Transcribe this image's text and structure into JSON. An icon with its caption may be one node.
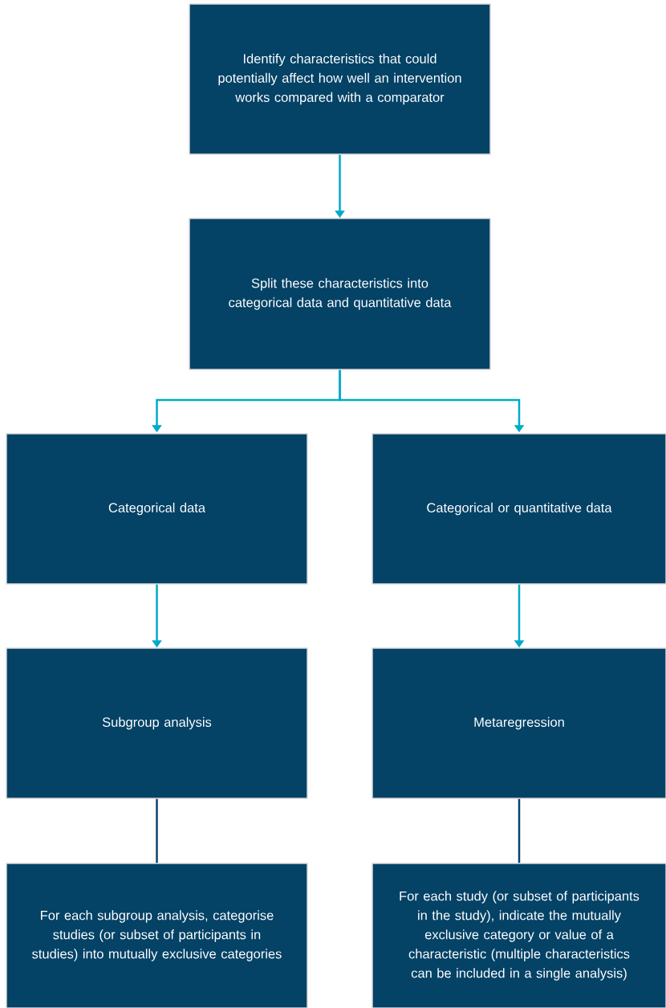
{
  "diagram": {
    "nodes": [
      {
        "text": [
          "Identify characteristics that could potentially affect how well an intervention works compared with a comparator"
        ]
      },
      {
        "text": [
          "Split these characteristics into categorical data and quantitative data"
        ]
      },
      {
        "text": [
          "Categorical data"
        ]
      },
      {
        "text": [
          "Categorical or quantitative data"
        ]
      },
      {
        "text": [
          "Subgroup analysis"
        ]
      },
      {
        "text": [
          "Metaregression"
        ]
      },
      {
        "text": [
          "For each subgroup analysis, categorise studies (or subset of participants in studies) into mutually exclusive categories"
        ]
      },
      {
        "text": [
          "For each study (or subset of participants in the study), indicate the mutually exclusive category or value of a characteristic (multiple characteristics can be included in a single analysis)"
        ]
      }
    ],
    "edges": [
      {
        "from": 0,
        "to": 1,
        "arrow": "to"
      },
      {
        "from": 1,
        "to": 2,
        "arrow": "to"
      },
      {
        "from": 1,
        "to": 3,
        "arrow": "to"
      },
      {
        "from": 2,
        "to": 4,
        "arrow": "to"
      },
      {
        "from": 3,
        "to": 5,
        "arrow": "to"
      },
      {
        "from": 4,
        "to": 6,
        "arrow": "none",
        "color": "#0b4468"
      },
      {
        "from": 5,
        "to": 7,
        "arrow": "none",
        "color": "#0b4468"
      }
    ]
  }
}
